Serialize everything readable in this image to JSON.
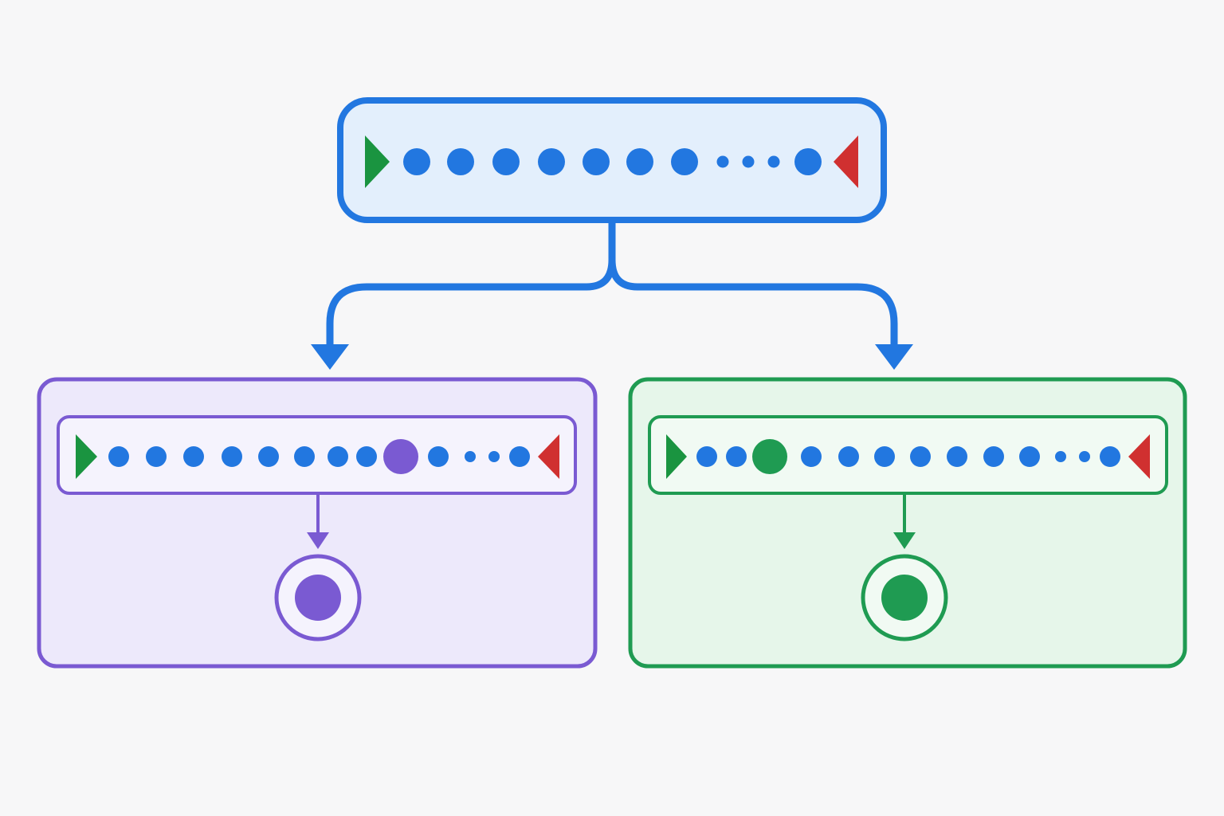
{
  "colors": {
    "background": "#f7f7f8",
    "blue": "#2277e0",
    "blue_fill": "#e3effc",
    "purple": "#7a5ad2",
    "purple_fill": "#ede9fb",
    "purple_inner_fill": "#f5f3fd",
    "green": "#1f9b52",
    "green_fill": "#e6f6ea",
    "green_inner_fill": "#f1faf3",
    "start_marker": "#1a9440",
    "end_marker": "#d03030"
  },
  "icons": {
    "start": "right-pointing-triangle",
    "end": "left-pointing-triangle",
    "result": "target-ring"
  },
  "sequences": {
    "source": {
      "items": [
        "dot",
        "dot",
        "dot",
        "dot",
        "dot",
        "dot",
        "dot",
        "ellipsis",
        "ellipsis",
        "ellipsis",
        "dot"
      ]
    },
    "left": {
      "items": [
        "dot",
        "dot",
        "dot",
        "dot",
        "dot",
        "dot",
        "dot",
        "dot",
        "highlight",
        "dot",
        "ellipsis",
        "ellipsis",
        "dot"
      ],
      "highlight_index": 8,
      "highlight_color": "#7a5ad2"
    },
    "right": {
      "items": [
        "dot",
        "dot",
        "highlight",
        "dot",
        "dot",
        "dot",
        "dot",
        "dot",
        "dot",
        "dot",
        "ellipsis",
        "ellipsis",
        "dot"
      ],
      "highlight_index": 2,
      "highlight_color": "#1f9b52"
    }
  },
  "results": {
    "left": {
      "color": "#7a5ad2"
    },
    "right": {
      "color": "#1f9b52"
    }
  }
}
